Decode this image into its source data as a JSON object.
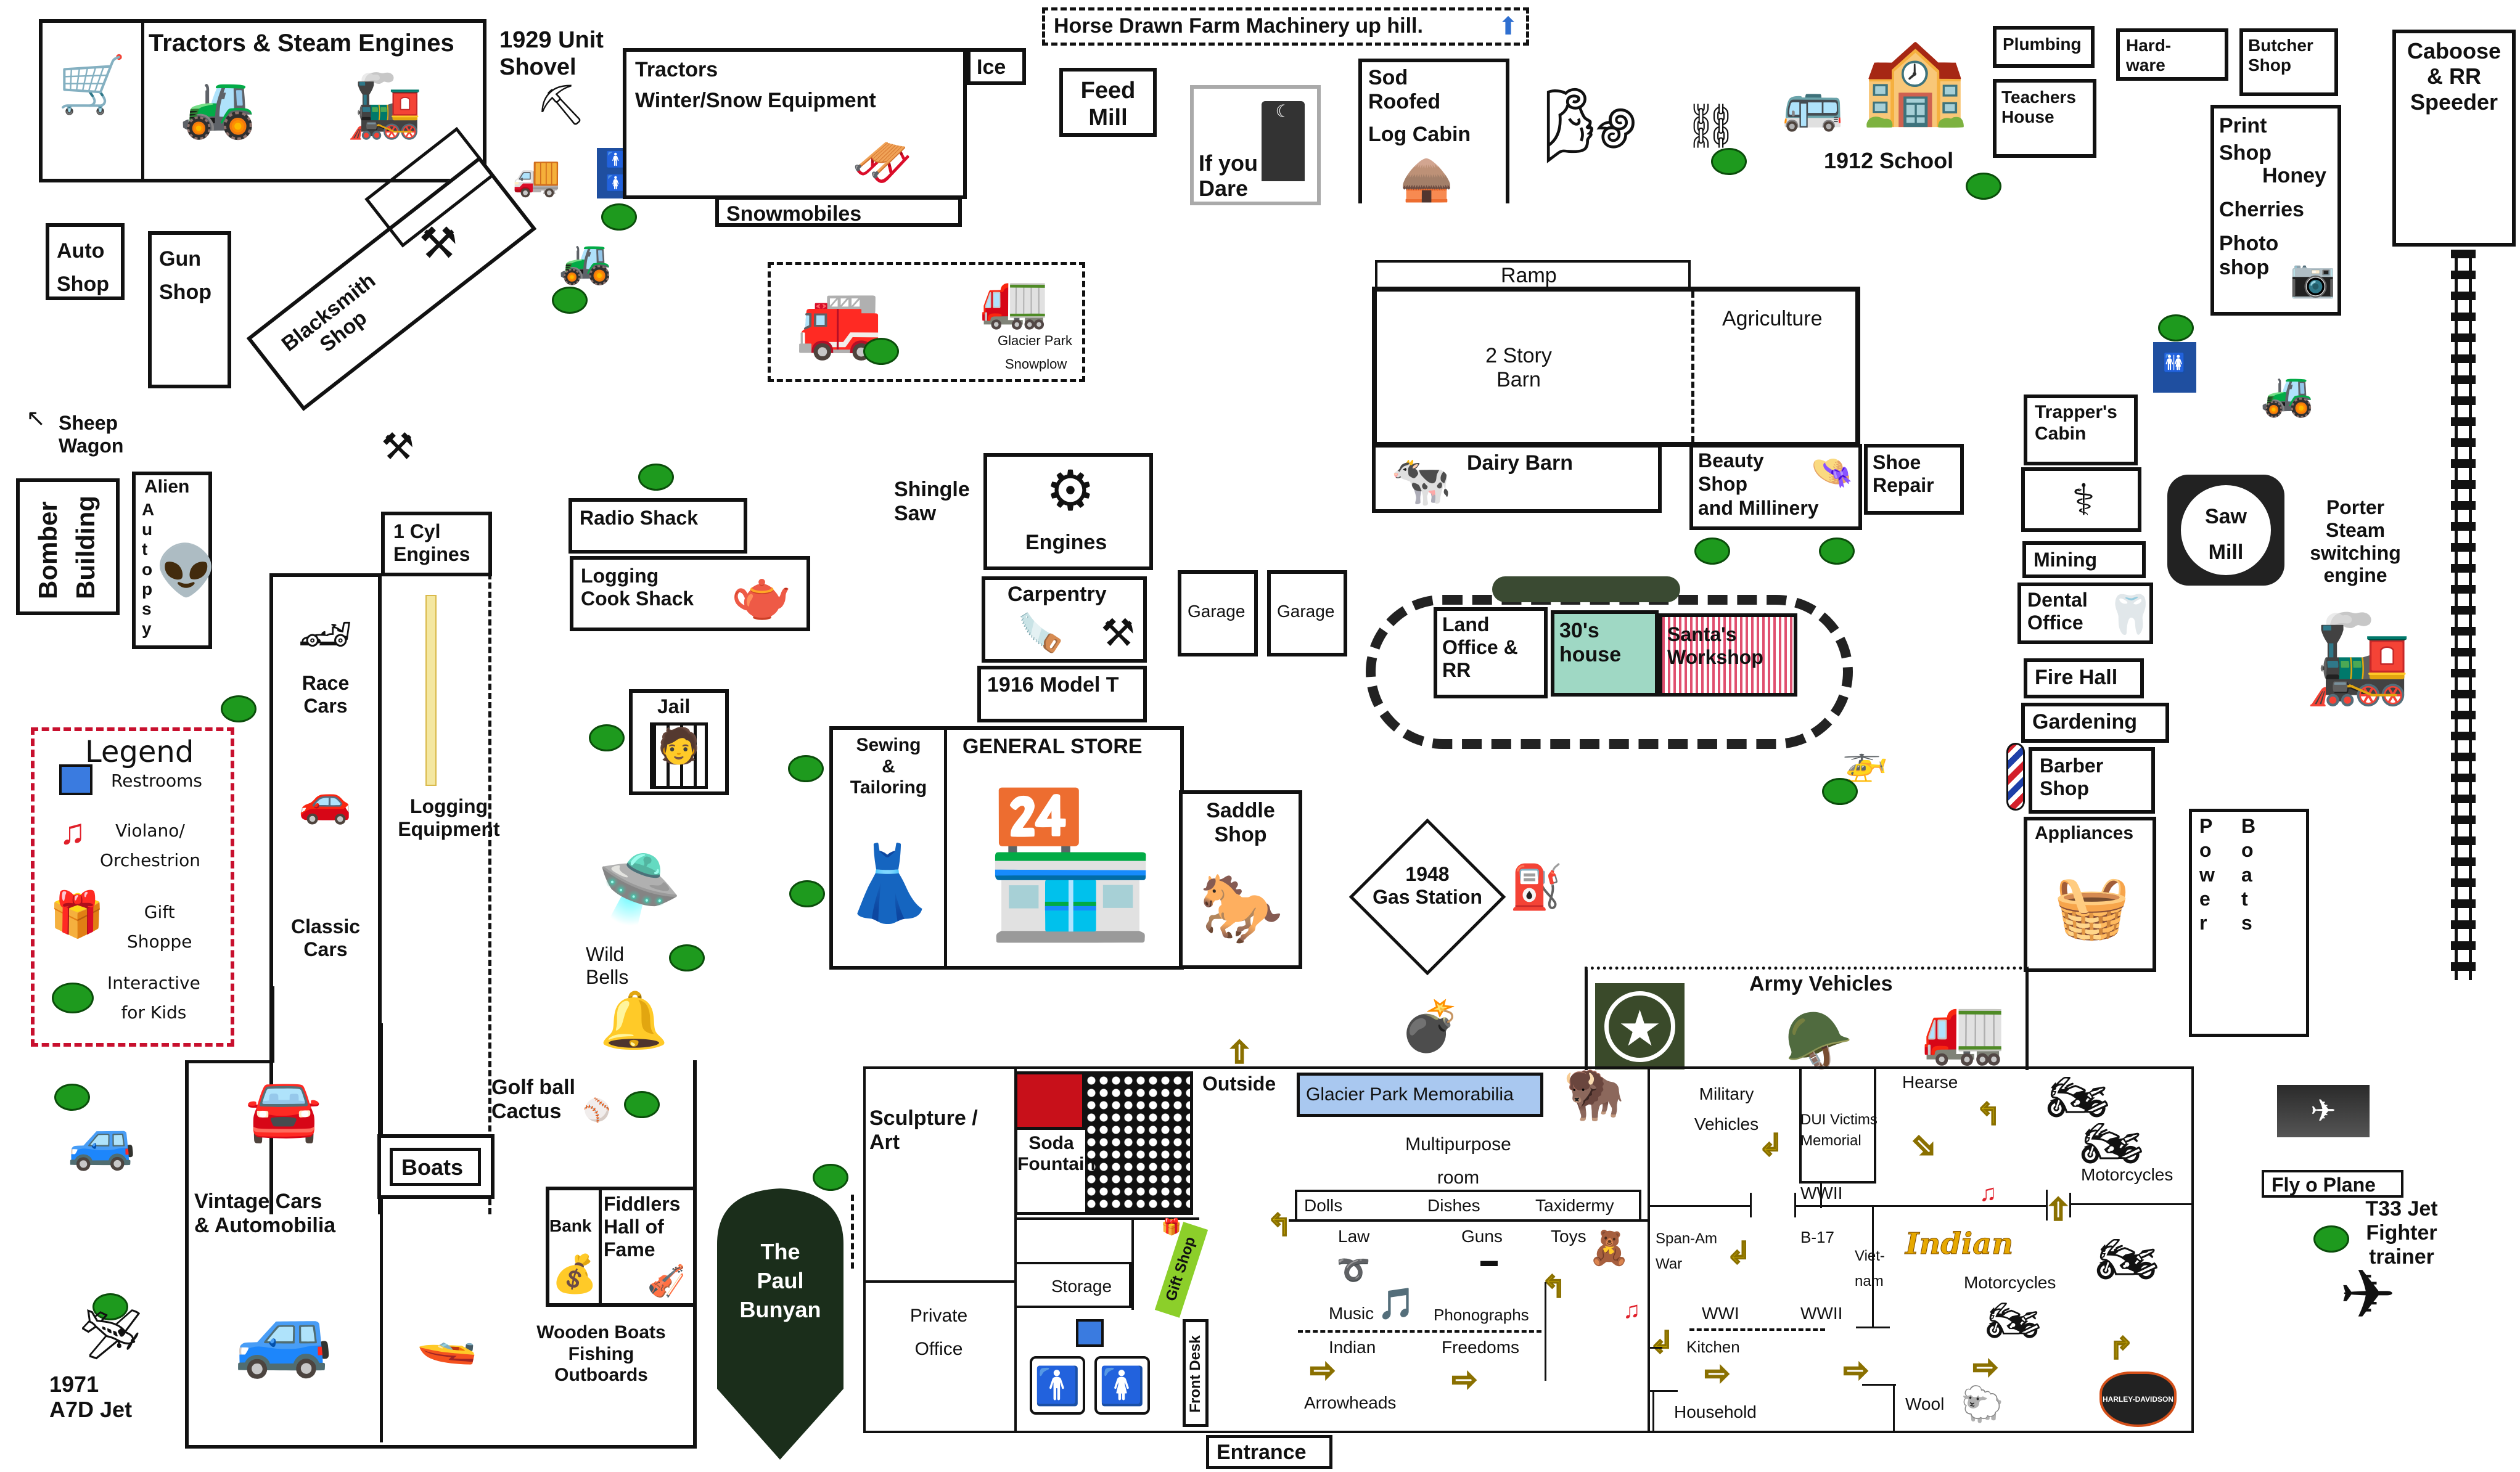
{
  "map": {
    "top_banner": "Horse Drawn Farm Machinery up hill.",
    "buildings": {
      "tractors_steam": "Tractors & Steam Engines",
      "unit_shovel": [
        "1929 Unit",
        "Shovel"
      ],
      "tractors_winter": [
        "Tractors",
        "Winter/Snow Equipment"
      ],
      "ice": "Ice",
      "snowmobiles": "Snowmobiles",
      "feed_mill": [
        "Feed",
        "Mill"
      ],
      "outhouse": [
        "If you",
        "Dare"
      ],
      "sod_cabin": [
        "Sod",
        "Roofed",
        "Log Cabin"
      ],
      "school": "1912 School",
      "plumbing": "Plumbing",
      "hardware": [
        "Hard-",
        "ware"
      ],
      "butcher": [
        "Butcher",
        "Shop"
      ],
      "teachers_house": [
        "Teachers",
        "House"
      ],
      "print_shop": [
        "Print",
        "Shop",
        "Honey",
        "Cherries",
        "Photo",
        "shop"
      ],
      "caboose": [
        "Caboose",
        "& RR",
        "Speeder"
      ],
      "auto_shop": [
        "Auto",
        "Shop"
      ],
      "gun_shop": [
        "Gun",
        "Shop"
      ],
      "blacksmith": [
        "Blacksmith",
        "Shop"
      ],
      "fire_trucks": [
        "Glacier Park",
        "Snowplow"
      ],
      "ramp": "Ramp",
      "two_story_barn": [
        "2 Story",
        "Barn"
      ],
      "agriculture": "Agriculture",
      "dairy_barn": "Dairy Barn",
      "beauty_shop": [
        "Beauty",
        "Shop",
        "and Millinery"
      ],
      "shoe_repair": [
        "Shoe",
        "Repair"
      ],
      "trappers_cabin": [
        "Trapper's",
        "Cabin"
      ],
      "mining": "Mining",
      "dental": [
        "Dental",
        "Office"
      ],
      "fire_hall": "Fire Hall",
      "gardening": "Gardening",
      "barber": [
        "Barber",
        "Shop"
      ],
      "appliances": "Appliances",
      "power_boats": [
        "P",
        "o",
        "w",
        "e",
        "r"
      ],
      "power_boats_b": [
        "B",
        "o",
        "a",
        "t",
        "s"
      ],
      "saw_mill": [
        "Saw",
        "Mill"
      ],
      "porter": [
        "Porter",
        "Steam",
        "switching",
        "engine"
      ],
      "sheep_wagon": [
        "Sheep",
        "Wagon"
      ],
      "bomber": [
        "Bomber",
        "Building"
      ],
      "alien": [
        "Alien",
        "A",
        "u",
        "t",
        "o",
        "p",
        "s",
        "y"
      ],
      "one_cyl": [
        "1 Cyl",
        "Engines"
      ],
      "race_cars": [
        "Race",
        "Cars"
      ],
      "classic_cars": [
        "Classic",
        "Cars"
      ],
      "logging_equipment": [
        "Logging",
        "Equipment"
      ],
      "radio_shack": "Radio Shack",
      "cook_shack": [
        "Logging",
        "Cook Shack"
      ],
      "shingle_saw": [
        "Shingle",
        "Saw"
      ],
      "engines": "Engines",
      "carpentry": "Carpentry",
      "model_t": "1916 Model T",
      "garage1": "Garage",
      "garage2": "Garage",
      "land_office": [
        "Land",
        "Office &",
        "RR"
      ],
      "thirties_house": [
        "30's",
        "house"
      ],
      "santas": [
        "Santa's",
        "Workshop"
      ],
      "jail": "Jail",
      "sewing": [
        "Sewing",
        "&",
        "Tailoring"
      ],
      "general_store": "GENERAL STORE",
      "saddle": [
        "Saddle",
        "Shop"
      ],
      "gas_station": [
        "1948",
        "Gas Station"
      ],
      "wild_bells": [
        "Wild",
        "Bells"
      ],
      "army": "Army Vehicles",
      "golf_cactus": [
        "Golf ball",
        "Cactus"
      ],
      "boats": "Boats",
      "vintage": [
        "Vintage Cars",
        "& Automobilia"
      ],
      "bank": "Bank",
      "fiddlers": [
        "Fiddlers",
        "Hall of",
        "Fame"
      ],
      "wooden_boats": [
        "Wooden Boats",
        "Fishing",
        "Outboards"
      ],
      "paul_bunyan": [
        "The",
        "Paul",
        "Bunyan"
      ],
      "a7d": [
        "1971",
        "A7D Jet"
      ],
      "fly_o_plane": "Fly o Plane",
      "t33": [
        "T33 Jet",
        "Fighter",
        "trainer"
      ]
    },
    "museum": {
      "sculpture": [
        "Sculpture /",
        "Art"
      ],
      "soda": [
        "Soda",
        "Fountain"
      ],
      "outside": "Outside",
      "glacier_memorabilia": "Glacier Park Memorabilia",
      "multipurpose": [
        "Multipurpose",
        "room"
      ],
      "dolls": "Dolls",
      "dishes": "Dishes",
      "taxidermy": "Taxidermy",
      "law": "Law",
      "guns": "Guns",
      "toys": "Toys",
      "music": "Music",
      "phonographs": "Phonographs",
      "indian": "Indian",
      "freedoms": "Freedoms",
      "arrowheads": "Arrowheads",
      "gift_shop": "Gift Shop",
      "storage": "Storage",
      "private_office": [
        "Private",
        "Office"
      ],
      "front_desk": "Front Desk",
      "entrance": "Entrance",
      "military_vehicles": [
        "Military",
        "Vehicles"
      ],
      "dui": [
        "DUI Victims",
        "Memorial"
      ],
      "hearse": "Hearse",
      "motorcycles_top": "Motorcycles",
      "wwii_a": "WWII",
      "b17": "B-17",
      "span_am": [
        "Span-Am",
        "War"
      ],
      "vietnam": [
        "Viet-",
        "nam"
      ],
      "indian_brand": "Indian",
      "motorcycles_mid": "Motorcycles",
      "wwi": "WWI",
      "wwii_b": "WWII",
      "kitchen": "Kitchen",
      "household": "Household",
      "wool": "Wool",
      "harley": "HARLEY-DAVIDSON"
    },
    "legend": {
      "title": "Legend",
      "items": [
        {
          "icon": "restroom-square-icon",
          "label": [
            "Restrooms"
          ]
        },
        {
          "icon": "music-note-icon",
          "label": [
            "Violano/",
            "Orchestrion"
          ]
        },
        {
          "icon": "gift-icon",
          "label": [
            "Gift",
            "Shoppe"
          ]
        },
        {
          "icon": "green-dot-icon",
          "label": [
            "Interactive",
            "for Kids"
          ]
        }
      ]
    },
    "colors": {
      "interactive_green": "#1e9a1e",
      "restroom_blue": "#1f4fa0",
      "legend_red": "#c8102e",
      "memorabilia_blue": "#a9c8f0",
      "thirties_teal": "#9fd8c4",
      "santa_stripes": "#e05070",
      "paul_bunyan_green": "#1b2e1b",
      "arrow_yellow": "#f2d500"
    }
  }
}
